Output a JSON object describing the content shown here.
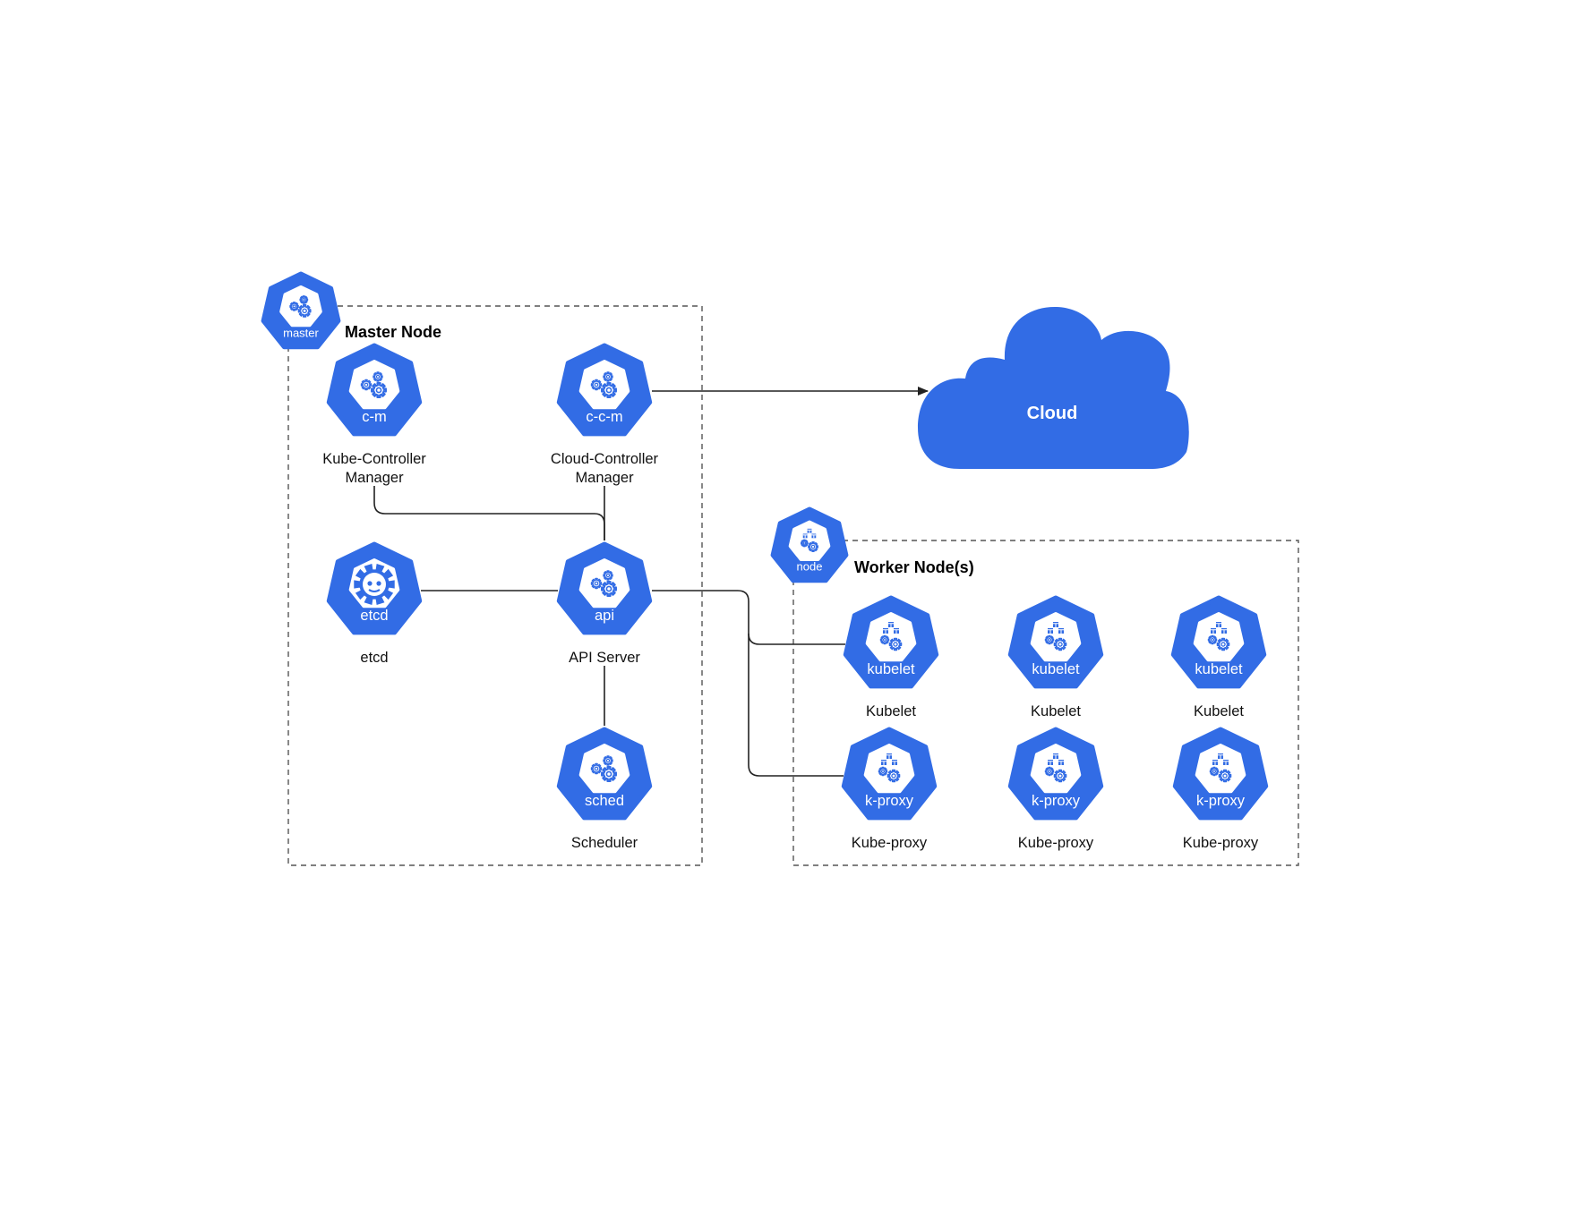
{
  "colors": {
    "accent": "#326ce5",
    "icon_fill": "#ffffff",
    "line": "#222222",
    "frame": "#555555"
  },
  "master": {
    "title": "Master Node",
    "badge": "master",
    "components": {
      "cm": {
        "badge": "c-m",
        "label_lines": [
          "Kube-Controller",
          "Manager"
        ],
        "icon": "gears-icon"
      },
      "ccm": {
        "badge": "c-c-m",
        "label_lines": [
          "Cloud-Controller",
          "Manager"
        ],
        "icon": "gears-icon"
      },
      "etcd": {
        "badge": "etcd",
        "label_lines": [
          "etcd"
        ],
        "icon": "etcd-icon"
      },
      "api": {
        "badge": "api",
        "label_lines": [
          "API Server"
        ],
        "icon": "gears-icon"
      },
      "sched": {
        "badge": "sched",
        "label_lines": [
          "Scheduler"
        ],
        "icon": "gears-icon"
      }
    }
  },
  "cloud": {
    "label": "Cloud"
  },
  "worker": {
    "title": "Worker Node(s)",
    "badge": "node",
    "kubelets": [
      {
        "badge": "kubelet",
        "label": "Kubelet"
      },
      {
        "badge": "kubelet",
        "label": "Kubelet"
      },
      {
        "badge": "kubelet",
        "label": "Kubelet"
      }
    ],
    "proxies": [
      {
        "badge": "k-proxy",
        "label": "Kube-proxy"
      },
      {
        "badge": "k-proxy",
        "label": "Kube-proxy"
      },
      {
        "badge": "k-proxy",
        "label": "Kube-proxy"
      }
    ]
  },
  "connections": [
    {
      "from": "Kube-Controller Manager",
      "to": "API Server"
    },
    {
      "from": "Cloud-Controller Manager",
      "to": "API Server"
    },
    {
      "from": "etcd",
      "to": "API Server"
    },
    {
      "from": "API Server",
      "to": "Scheduler"
    },
    {
      "from": "Cloud-Controller Manager",
      "to": "Cloud",
      "arrow": true
    },
    {
      "from": "API Server",
      "to": "Kubelet"
    },
    {
      "from": "API Server",
      "to": "Kube-proxy"
    }
  ]
}
